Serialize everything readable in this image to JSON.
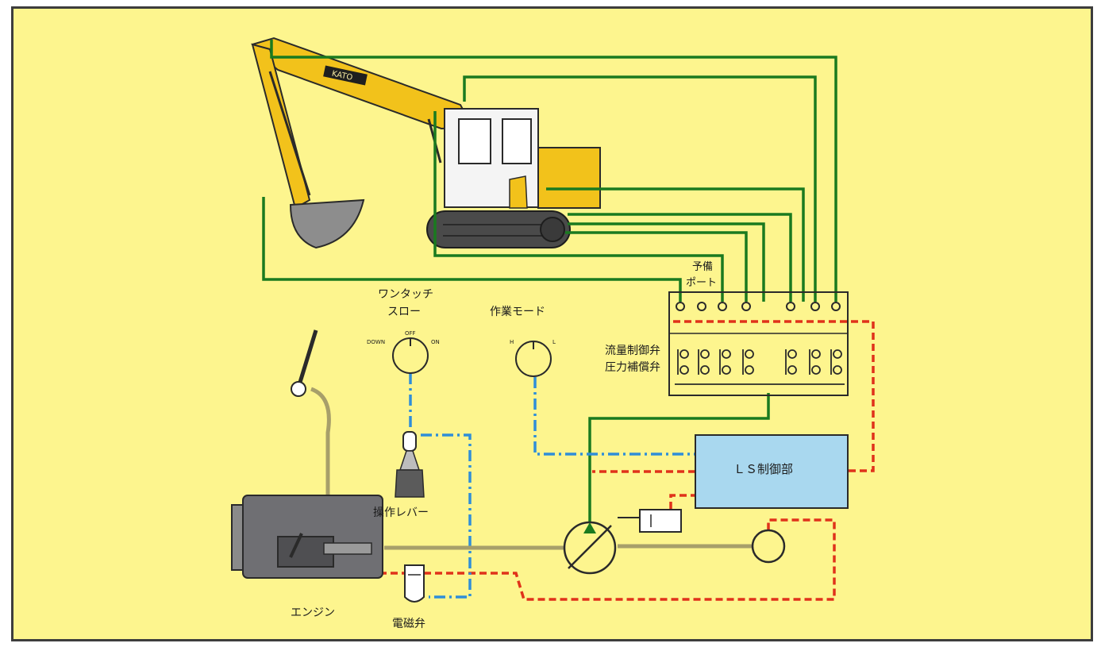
{
  "labels": {
    "reserve_port_line1": "予備",
    "reserve_port_line2": "ポート",
    "one_touch_line1": "ワンタッチ",
    "one_touch_line2": "スロー",
    "work_mode": "作業モード",
    "flow_valve_line1": "流量制御弁",
    "flow_valve_line2": "圧力補償弁",
    "ls_control": "ＬＳ制御部",
    "operation_lever": "操作レバー",
    "engine": "エンジン",
    "solenoid_valve": "電磁弁",
    "brand_logo": "KATO"
  },
  "dial_one_touch": {
    "left": "DOWN",
    "top": "OFF",
    "right": "ON"
  },
  "dial_work_mode": {
    "left": "H",
    "right": "L"
  },
  "colors": {
    "background": "#fdf58e",
    "hydraulic_line": "#1a7a1f",
    "pilot_line": "#e0321a",
    "signal_line": "#2f8ed8",
    "mechanical_link": "#a79f6a",
    "ls_box_fill": "#a9d8ef",
    "machine_yellow": "#f2c21b",
    "engine_grey": "#6f6f73"
  },
  "icons": [
    "throttle-lever-icon",
    "dial-icon",
    "joystick-icon",
    "pump-icon",
    "motor-icon",
    "engine-icon",
    "solenoid-valve-icon",
    "excavator-icon"
  ]
}
